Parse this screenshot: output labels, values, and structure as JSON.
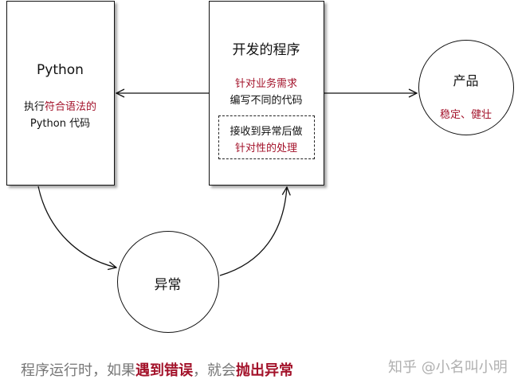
{
  "python_box": {
    "title": "Python",
    "desc_prefix": "执行",
    "desc_highlight": "符合语法的",
    "desc_line2": "Python 代码"
  },
  "program_box": {
    "title": "开发的程序",
    "line1": "针对业务需求",
    "line2": "编写不同的代码",
    "dashed_line1": "接收到异常后做",
    "dashed_line2": "针对性的处理"
  },
  "product": {
    "title": "产品",
    "desc": "稳定、健壮"
  },
  "exception": {
    "title": "异常"
  },
  "caption": {
    "part1": "程序运行时，如果",
    "part2": "遇到错误",
    "part3": "，就会",
    "part4": "抛出异常"
  },
  "watermark": "知乎 @小名叫小明",
  "colors": {
    "highlight": "#a3122a",
    "line": "#111111"
  }
}
